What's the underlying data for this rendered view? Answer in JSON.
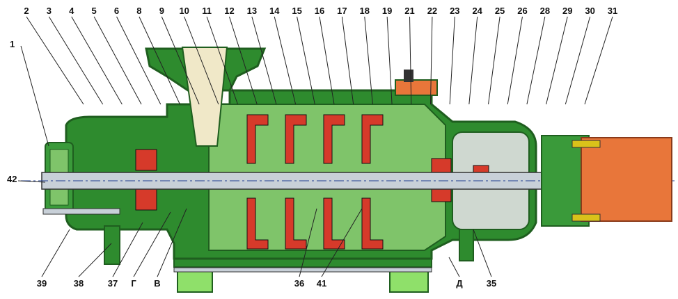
{
  "diagram": {
    "colors": {
      "casing": "#2e8b2e",
      "casing_dark": "#1f5e1f",
      "casing_light": "#7fc46a",
      "base": "#8fe06a",
      "impeller": "#d63a2a",
      "shaft": "#c8d0d8",
      "coupling": "#e8763a",
      "bolt": "#d9c21a",
      "inlet": "#f0e8c8"
    },
    "top_labels": [
      "2",
      "3",
      "4",
      "5",
      "6",
      "8",
      "9",
      "10",
      "11",
      "12",
      "13",
      "14",
      "15",
      "16",
      "17",
      "18",
      "19",
      "21",
      "22",
      "23",
      "24",
      "25",
      "26",
      "28",
      "29",
      "30",
      "31"
    ],
    "left_labels": [
      "1",
      "42"
    ],
    "bottom_labels": [
      "39",
      "38",
      "37",
      "Г",
      "В",
      "36",
      "41",
      "Д",
      "35"
    ]
  }
}
